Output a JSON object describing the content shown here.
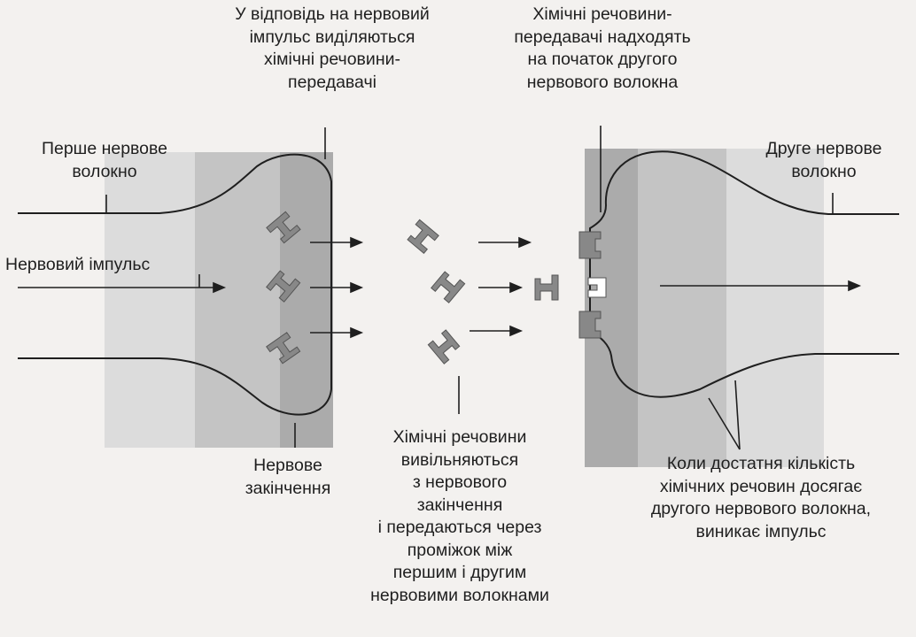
{
  "labels": {
    "top_left": [
      "У відповідь на нервовий",
      "імпульс виділяються",
      "хімічні речовини-",
      "передавачі"
    ],
    "top_right": [
      "Хімічні речовини-",
      "передавачі надходять",
      "на початок другого",
      "нервового волокна"
    ],
    "first_fiber": [
      "Перше нервове",
      "волокно"
    ],
    "second_fiber": [
      "Друге нервове",
      "волокно"
    ],
    "impulse": [
      "Нервовий імпульс"
    ],
    "ending": [
      "Нервове",
      "закінчення"
    ],
    "gap": [
      "Хімічні речовини",
      "вивільняються",
      "з нервового",
      "закінчення",
      "і передаються через",
      "проміжок між",
      "першим і другим",
      "нервовими волокнами"
    ],
    "threshold": [
      "Коли достатня кількість",
      "хімічних речовин досягає",
      "другого нервового волокна,",
      "виникає імпульс"
    ]
  },
  "colors": {
    "background": "#f3f1ef",
    "shade_light": "#dcdcdc",
    "shade_mid": "#c4c4c4",
    "shade_dark": "#ababab",
    "molecule": "#888888",
    "line": "#1f1f1f"
  }
}
